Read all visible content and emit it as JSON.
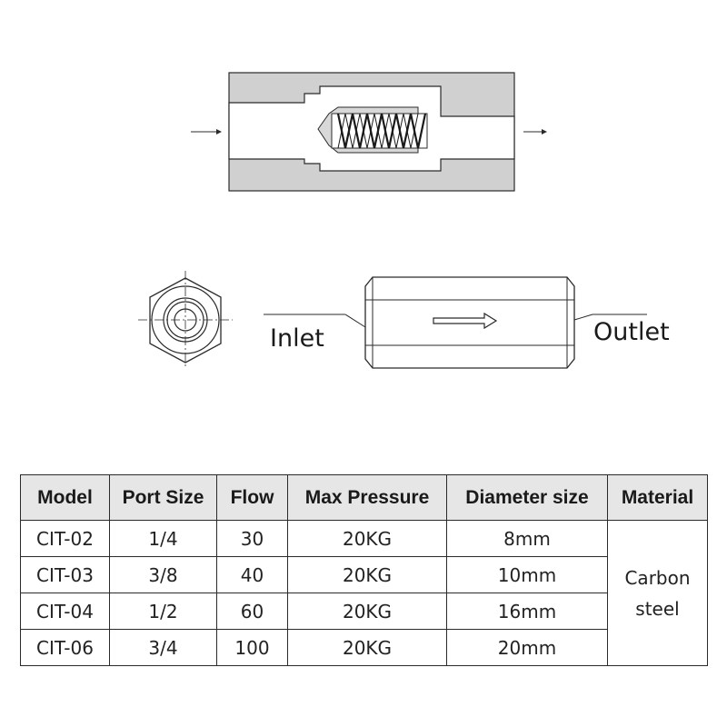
{
  "diagram": {
    "inlet_label": "Inlet",
    "outlet_label": "Outlet"
  },
  "table": {
    "headers": [
      "Model",
      "Port Size",
      "Flow",
      "Max Pressure",
      "Diameter size",
      "Material"
    ],
    "rows": [
      {
        "model": "CIT-02",
        "port_size": "1/4",
        "flow": "30",
        "max_pressure": "20KG",
        "diameter": "8mm"
      },
      {
        "model": "CIT-03",
        "port_size": "3/8",
        "flow": "40",
        "max_pressure": "20KG",
        "diameter": "10mm"
      },
      {
        "model": "CIT-04",
        "port_size": "1/2",
        "flow": "60",
        "max_pressure": "20KG",
        "diameter": "16mm"
      },
      {
        "model": "CIT-06",
        "port_size": "3/4",
        "flow": "100",
        "max_pressure": "20KG",
        "diameter": "20mm"
      }
    ],
    "material_line1": "Carbon",
    "material_line2": "steel"
  },
  "colors": {
    "section_fill": "#d0d0d0",
    "line": "#2a2a2a",
    "header_bg": "#e6e6e6"
  }
}
